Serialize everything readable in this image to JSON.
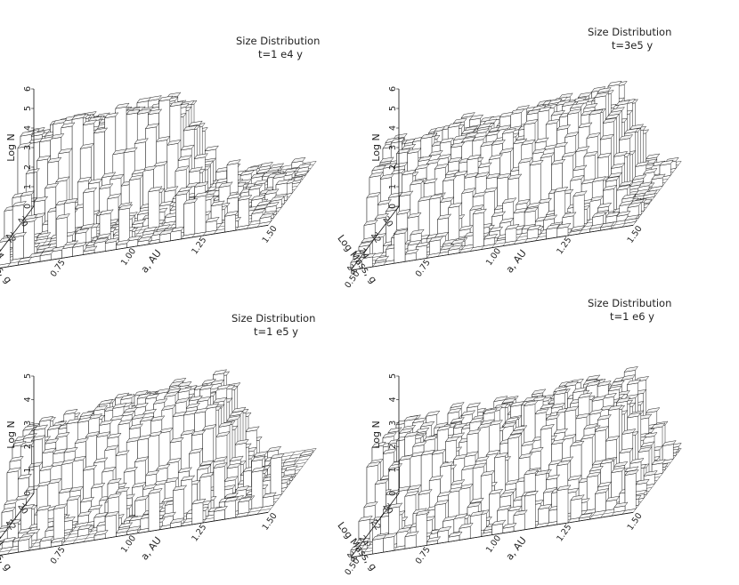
{
  "chart_data": [
    {
      "type": "3d-bar",
      "title": "Size Distribution",
      "subtitle": "t=1 e4 y",
      "zlabel": "Log N",
      "ylabel": "Log Mass, g",
      "xlabel": "a, AU",
      "zticks": [
        "0",
        "1",
        "2",
        "3",
        "4",
        "5",
        "6"
      ],
      "yticks": [
        "20",
        "22",
        "24",
        "26"
      ],
      "xticks": [
        "0.50",
        "0.75",
        "1.00",
        "1.25",
        "1.50"
      ],
      "zlim": [
        0,
        6
      ],
      "ylim": [
        19,
        27
      ],
      "xlim": [
        0.5,
        1.5
      ],
      "profile": {
        "peak": 0.95,
        "mass_knee": 21.5,
        "mass_cutoff": 23.0,
        "outer_edge": 1.05,
        "noise": 0.35
      }
    },
    {
      "type": "3d-bar",
      "title": "Size Distribution",
      "subtitle": "t=3e5 y",
      "zlabel": "Log N",
      "ylabel": "Log Mass, g",
      "xlabel": "a, AU",
      "zticks": [
        "0",
        "1",
        "2",
        "3",
        "4",
        "5",
        "6"
      ],
      "yticks": [
        "20",
        "22",
        "24",
        "26"
      ],
      "xticks": [
        "0.50",
        "0.75",
        "1.00",
        "1.25",
        "1.50"
      ],
      "zlim": [
        0,
        6
      ],
      "ylim": [
        19,
        27
      ],
      "xlim": [
        0.5,
        1.5
      ],
      "profile": {
        "peak": 0.85,
        "mass_knee": 23.0,
        "mass_cutoff": 25.5,
        "outer_edge": 1.3,
        "noise": 0.45
      }
    },
    {
      "type": "3d-bar",
      "title": "Size Distribution",
      "subtitle": "t=1 e5 y",
      "zlabel": "Log N",
      "ylabel": "Log Mass, g",
      "xlabel": "a, AU",
      "zticks": [
        "0",
        "1",
        "2",
        "3",
        "4",
        "5"
      ],
      "yticks": [
        "20",
        "22",
        "24",
        "26"
      ],
      "xticks": [
        "0.50",
        "0.75",
        "1.00",
        "1.25",
        "1.50"
      ],
      "zlim": [
        0,
        5
      ],
      "ylim": [
        19,
        27
      ],
      "xlim": [
        0.5,
        1.5
      ],
      "profile": {
        "peak": 0.9,
        "mass_knee": 22.5,
        "mass_cutoff": 24.5,
        "outer_edge": 1.2,
        "noise": 0.4
      }
    },
    {
      "type": "3d-bar",
      "title": "Size Distribution",
      "subtitle": "t=1 e6 y",
      "zlabel": "Log N",
      "ylabel": "Log Mass, g",
      "xlabel": "a, AU",
      "zticks": [
        "0",
        "1",
        "2",
        "3",
        "4",
        "5"
      ],
      "yticks": [
        "20",
        "22",
        "24",
        "26"
      ],
      "xticks": [
        "0.50",
        "0.75",
        "1.00",
        "1.25",
        "1.50"
      ],
      "zlim": [
        0,
        5
      ],
      "ylim": [
        19,
        27
      ],
      "xlim": [
        0.5,
        1.5
      ],
      "profile": {
        "peak": 0.8,
        "mass_knee": 23.5,
        "mass_cutoff": 26.0,
        "outer_edge": 1.35,
        "noise": 0.55
      }
    }
  ]
}
